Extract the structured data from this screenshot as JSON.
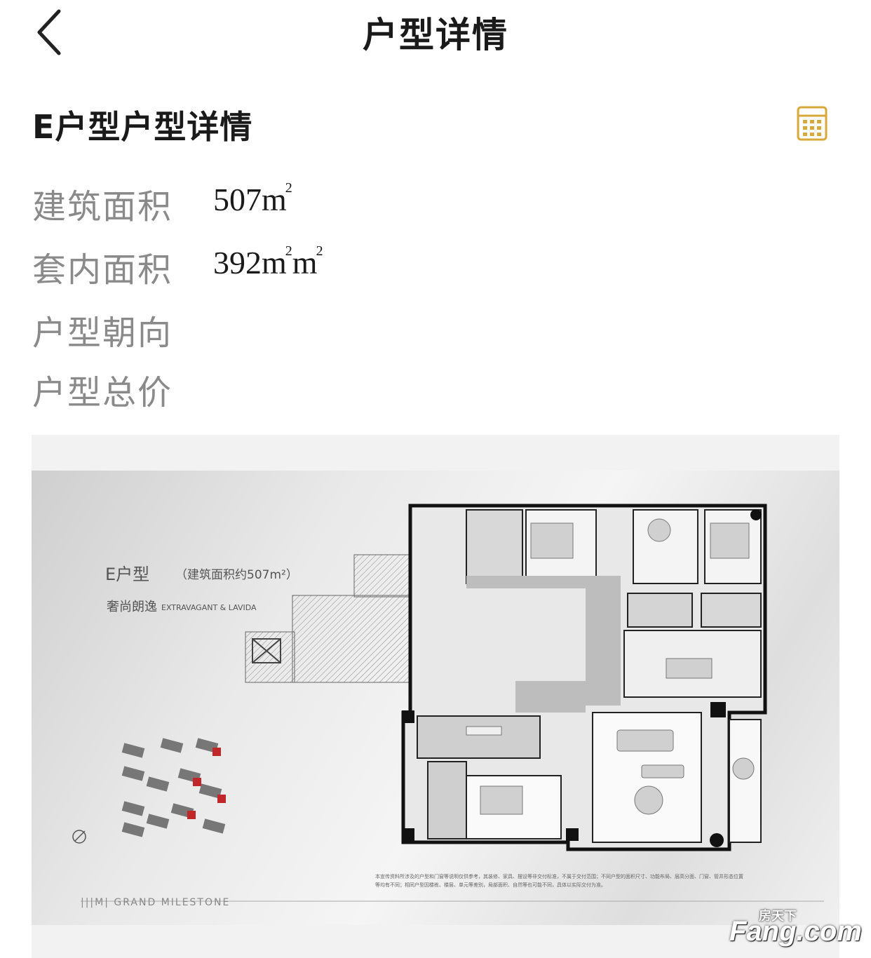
{
  "navbar": {
    "title": "户型详情",
    "back_icon": "chevron-left-icon"
  },
  "header": {
    "title": "E户型户型详情",
    "calculator_icon": "calculator-icon",
    "accent_color": "#d9a83a"
  },
  "details": [
    {
      "label": "建筑面积",
      "value": "507m",
      "unit_sup": "2"
    },
    {
      "label": "套内面积",
      "value": "392m",
      "unit_sup": "2",
      "value_tail": "m",
      "unit_sup_tail": "2"
    },
    {
      "label": "户型朝向",
      "value": ""
    },
    {
      "label": "户型总价",
      "value": ""
    }
  ],
  "floor_plan": {
    "heading": "E户型",
    "area_note": "（建筑面积约507m²）",
    "series_cn": "奢尚朗逸",
    "series_en": "EXTRAVAGANT & LAVIDA",
    "brand": "|||M| GRAND MILESTONE",
    "disclaimer": "本宣传资料所涉及的户型和门窗等说明仅供参考，其装修、家具、摆设等非交付标准，不属于交付范围；不同户型的面积尺寸、功能布局、层高分面、门窗、管井形态位置等均有不同；相同户型因楼栋、楼层、单元等差别，局部面积、自然等也可能不同，具体以实际交付为准。",
    "compass_icon": "compass-icon"
  },
  "watermark": {
    "top": "房天下",
    "main": "Fang.com"
  }
}
